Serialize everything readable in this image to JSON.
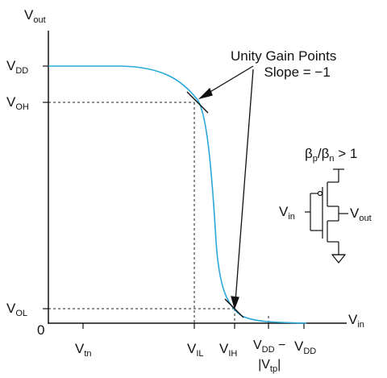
{
  "axes": {
    "y_label": "V",
    "y_label_sub": "out",
    "x_label": "V",
    "x_label_sub": "in",
    "origin": "0"
  },
  "y_ticks": [
    {
      "main": "V",
      "sub": "DD"
    },
    {
      "main": "V",
      "sub": "OH"
    },
    {
      "main": "V",
      "sub": "OL"
    }
  ],
  "x_ticks": [
    {
      "main": "V",
      "sub": "tn"
    },
    {
      "main": "V",
      "sub": "IL"
    },
    {
      "main": "V",
      "sub": "IH"
    },
    {
      "main": "V",
      "sub": "DD"
    },
    {
      "main": "V",
      "sub": "DD"
    }
  ],
  "x_tick_extra": {
    "minus": "−",
    "vtp": "|V",
    "vtp_sub": "tp",
    "vtp_close": "|"
  },
  "annotation": {
    "line1": "Unity Gain Points",
    "line2": "Slope = −1"
  },
  "ratio": {
    "beta": "β",
    "p": "p",
    "slash": "/",
    "n": "n",
    "gt": " > 1"
  },
  "inverter": {
    "in_main": "V",
    "in_sub": "in",
    "out_main": "V",
    "out_sub": "out"
  },
  "colors": {
    "curve": "#2aa8dc",
    "axis": "#111111",
    "dashed": "#222222"
  }
}
